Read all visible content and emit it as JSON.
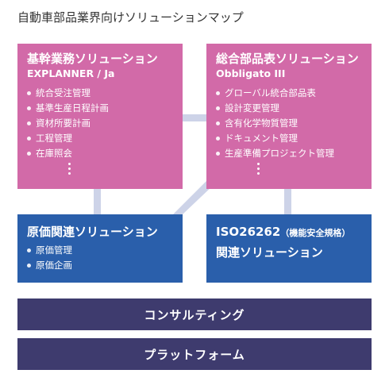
{
  "title": "自動車部品業界向けソリューションマップ",
  "boxes": {
    "core": {
      "title": "基幹業務ソリューション",
      "subtitle": "EXPLANNER / Ja",
      "items": [
        "統合受注管理",
        "基準生産日程計画",
        "資材所要計画",
        "工程管理",
        "在庫照会"
      ]
    },
    "bom": {
      "title": "総合部品表ソリューション",
      "subtitle": "Obbligato III",
      "items": [
        "グローバル統合部品表",
        "設計変更管理",
        "含有化学物質管理",
        "ドキュメント管理",
        "生産準備プロジェクト管理"
      ]
    },
    "cost": {
      "title": "原価関連ソリューション",
      "items": [
        "原価管理",
        "原価企画"
      ]
    },
    "iso": {
      "title_main": "ISO26262",
      "title_paren": "（機能安全規格）",
      "title_line2": "関連ソリューション"
    }
  },
  "bars": {
    "consulting": "コンサルティング",
    "platform": "プラットフォーム"
  },
  "colors": {
    "pink": "#d26aa8",
    "blue": "#2a5fab",
    "navy": "#3e3b6e",
    "connector": "#cdd3e8"
  }
}
